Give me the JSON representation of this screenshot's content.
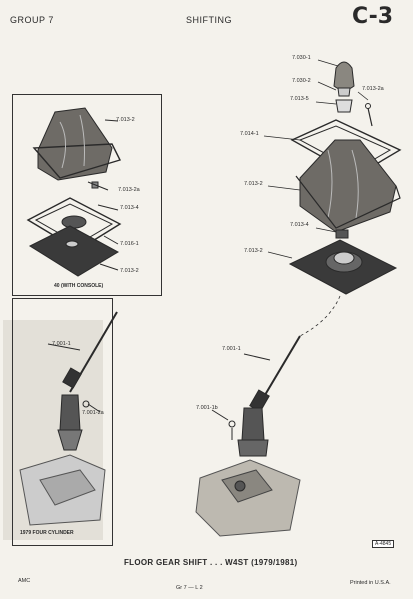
{
  "header": {
    "group": "GROUP 7",
    "section": "SHIFTING",
    "sheet_code": "C-3"
  },
  "inset_top": {
    "caption": "40 (WITH CONSOLE)",
    "labels": [
      "7.013-2",
      "7.013-2a",
      "7.013-4",
      "7.016-1",
      "7.013-2"
    ]
  },
  "inset_bottom": {
    "caption": "1979 FOUR CYLINDER",
    "labels": [
      "7.001-1",
      "7.001-2a"
    ]
  },
  "main_labels": {
    "knob": "7.030-1",
    "knob_insert": "7.030-2",
    "screw": "7.013-2a",
    "nut": "7.013-5",
    "bezel": "7.014-1",
    "boot": "7.013-2",
    "retainer": "7.013-4",
    "plate": "7.013-2",
    "lever": "7.001-1",
    "bolt": "7.001-1b"
  },
  "footer": {
    "title": "FLOOR GEAR SHIFT . . . W4ST (1979/1981)",
    "art_number": "A-4845",
    "left": "AMC",
    "center": "Gr 7 — L 2",
    "right": "Printed in U.S.A."
  }
}
